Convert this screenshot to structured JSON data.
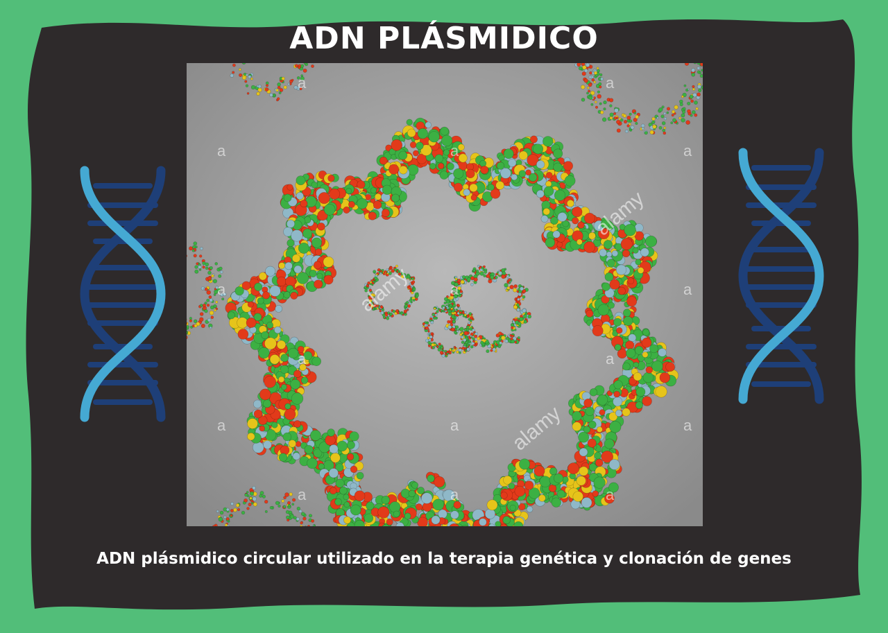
{
  "title": "ADN PLÁSMIDICO",
  "caption": "ADN plásmidico circular utilizado en la terapia genética y clonación de genes",
  "watermark": {
    "brand": "alamy",
    "glyph": "a"
  },
  "colors": {
    "background_green": "#52be79",
    "panel_dark": "#2e2a2b",
    "helix_light_blue": "#45a9d3",
    "helix_dark_blue": "#1e3f78",
    "photo_gray": "#9a9a9a",
    "dna_green": "#3cb043",
    "dna_red": "#e23a1a",
    "dna_yellow": "#e6c41a",
    "dna_light_blue": "#8fb8c8"
  },
  "icons": [
    "dna-helix-icon-left",
    "dna-helix-icon-right"
  ]
}
